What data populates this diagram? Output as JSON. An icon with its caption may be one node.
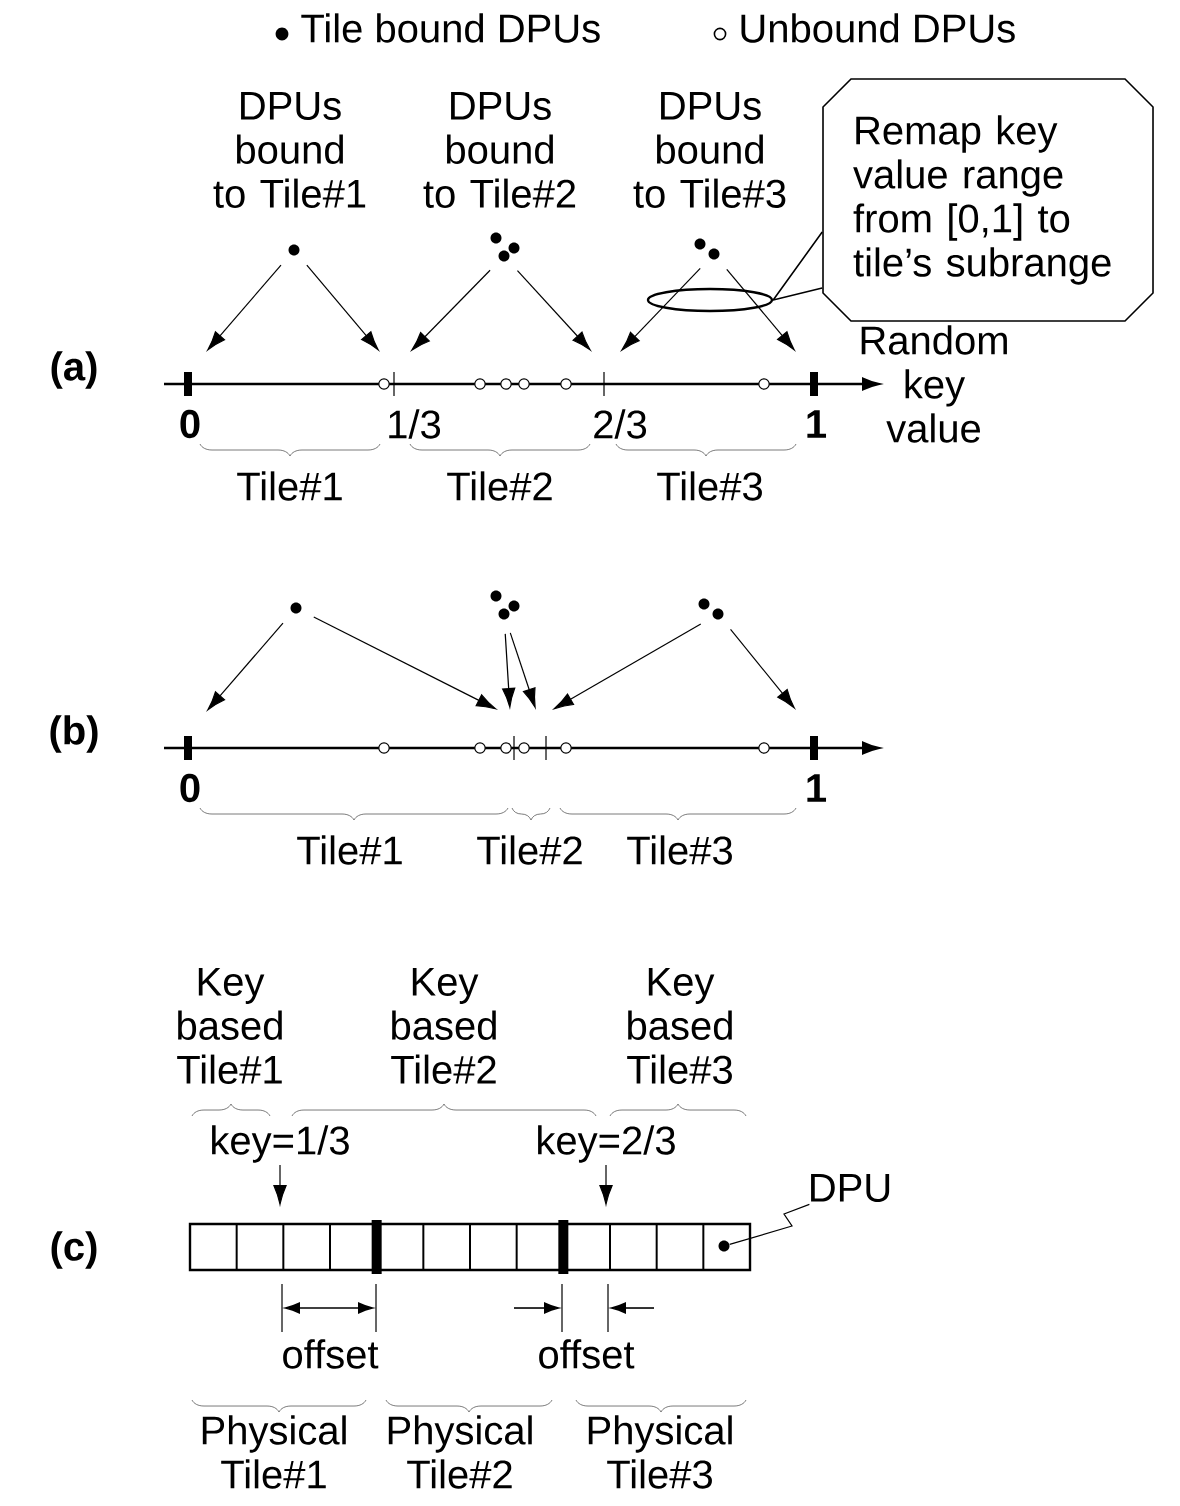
{
  "diagram": {
    "nodes": [
      {
        "text": [
          "DPUs bound to Tile#1"
        ]
      },
      {
        "text": [
          "DPUs bound to Tile#2"
        ]
      },
      {
        "text": [
          "DPUs bound to Tile#3"
        ]
      },
      {
        "text": [
          "Remap key value range from [0,1] to tile’s subrange"
        ]
      },
      {
        "text": [],
        "shape": "ellipse"
      },
      {
        "text": [],
        "shape": "circle"
      },
      {
        "text": [],
        "shape": "circle"
      },
      {
        "text": [],
        "shape": "circle"
      },
      {
        "text": [],
        "shape": "circle"
      },
      {
        "text": [],
        "shape": "circle"
      },
      {
        "text": [],
        "shape": "circle"
      },
      {
        "text": [
          "key=1/3"
        ]
      },
      {
        "text": [
          "key=2/3"
        ]
      },
      {
        "text": [
          "DPU"
        ]
      },
      {
        "text": [],
        "shape": "circle"
      }
    ],
    "edges": [
      {
        "from": 3,
        "to": 4,
        "arrow": "none"
      },
      {
        "from": 5,
        "to": null,
        "arrow": "to"
      },
      {
        "from": 5,
        "to": null,
        "arrow": "to"
      },
      {
        "from": 6,
        "to": null,
        "arrow": "to"
      },
      {
        "from": 6,
        "to": null,
        "arrow": "to"
      },
      {
        "from": 7,
        "to": null,
        "arrow": "to"
      },
      {
        "from": 7,
        "to": null,
        "arrow": "to"
      },
      {
        "from": 8,
        "to": null,
        "arrow": "to"
      },
      {
        "from": 8,
        "to": null,
        "arrow": "to"
      },
      {
        "from": 9,
        "to": null,
        "arrow": "to"
      },
      {
        "from": 9,
        "to": null,
        "arrow": "to"
      },
      {
        "from": 10,
        "to": null,
        "arrow": "to"
      },
      {
        "from": 10,
        "to": null,
        "arrow": "to"
      },
      {
        "from": 11,
        "to": null,
        "arrow": "to"
      },
      {
        "from": 12,
        "to": null,
        "arrow": "to"
      },
      {
        "from": 13,
        "to": 14,
        "arrow": "none"
      }
    ],
    "labels": [
      "(a)",
      "0",
      "1/3",
      "2/3",
      "1",
      "Random key value",
      "Tile#1",
      "Tile#2",
      "Tile#3",
      "(b)",
      "0",
      "1",
      "Tile#1",
      "Tile#2",
      "Tile#3",
      "Key based Tile#1",
      "Key based Tile#2",
      "Key based Tile#3",
      "(c)",
      "offset",
      "offset",
      "Physical Tile#1",
      "Physical Tile#2",
      "Physical Tile#3"
    ],
    "legend": [
      {
        "text": "Tile bound DPUs"
      },
      {
        "text": "Unbound DPUs"
      }
    ]
  }
}
